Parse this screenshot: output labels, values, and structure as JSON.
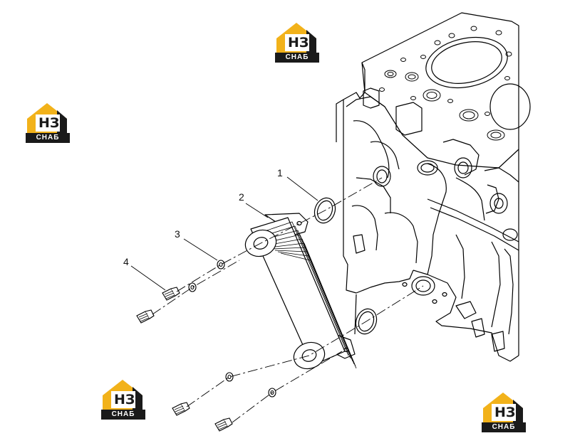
{
  "callouts": [
    {
      "number": "1",
      "part": "o-ring"
    },
    {
      "number": "2",
      "part": "oil-cooler"
    },
    {
      "number": "3",
      "part": "washer"
    },
    {
      "number": "4",
      "part": "bolt"
    }
  ],
  "watermark": {
    "mark": "НЗ",
    "word": "СНАБ",
    "colors": {
      "yellow": "#F2B21A",
      "dark": "#1A1A1A",
      "white": "#FFFFFF"
    }
  },
  "colors": {
    "line": "#000000",
    "background": "#FFFFFF"
  }
}
